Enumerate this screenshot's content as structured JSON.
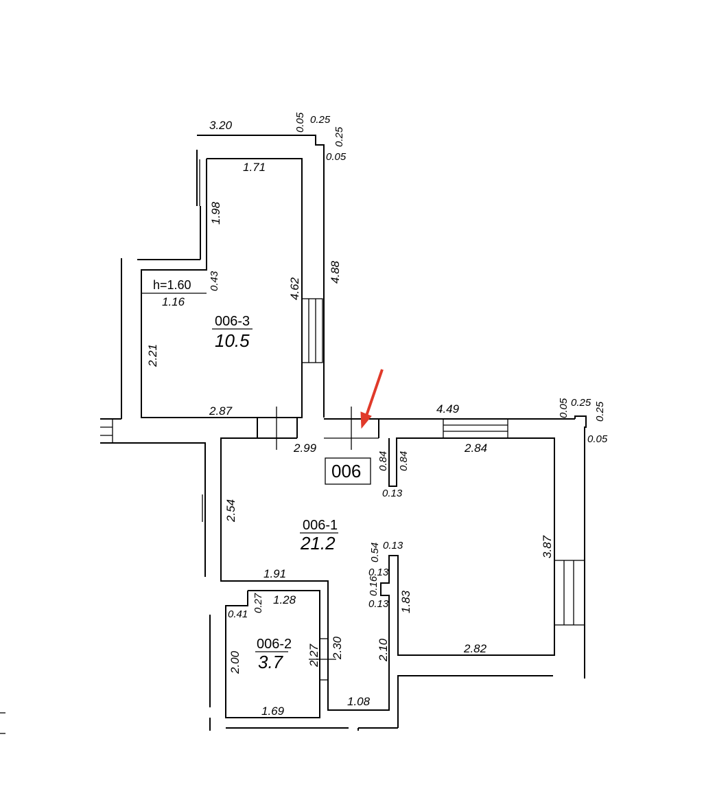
{
  "apartment": {
    "number": "006"
  },
  "rooms": [
    {
      "id": "006-3",
      "area": "10.5"
    },
    {
      "id": "006-1",
      "area": "21.2"
    },
    {
      "id": "006-2",
      "area": "3.7"
    }
  ],
  "ceiling_note": "h=1.60",
  "dimensions": {
    "top_wall": "3.20",
    "top_notch_a": "0.05",
    "top_notch_b": "0.25",
    "top_notch_c": "0.25",
    "top_notch_d": "0.05",
    "r3_top": "1.71",
    "r3_left_upper": "1.98",
    "r3_step": "0.43",
    "r3_height": "4.62",
    "outer_right": "4.88",
    "r3_step_width": "1.16",
    "r3_left_lower": "2.21",
    "r3_bottom": "2.87",
    "r1_top_left": "2.99",
    "top_right_wall": "4.49",
    "right_notch_a": "0.05",
    "right_notch_b": "0.25",
    "right_notch_c": "0.25",
    "right_notch_d": "0.05",
    "partition_left": "0.84",
    "partition_right": "0.84",
    "partition_width": "0.13",
    "r1_top_right": "2.84",
    "r1_left": "2.54",
    "r1_right": "3.87",
    "col_top": "0.13",
    "col_a": "0.54",
    "col_b": "0.13",
    "col_c": "0.16",
    "col_d": "0.13",
    "inner_wall": "1.83",
    "r1_bottom_left": "1.91",
    "r2_top": "1.28",
    "r2_notch_h": "0.27",
    "r2_notch_w": "0.41",
    "r2_left": "2.00",
    "r2_right": "2.27",
    "r1_step": "2.30",
    "r1_lower": "2.10",
    "r1_bottom_right": "2.82",
    "r1_bottom": "1.08",
    "r2_bottom": "1.69"
  },
  "annotation_color": "#e03a2a"
}
